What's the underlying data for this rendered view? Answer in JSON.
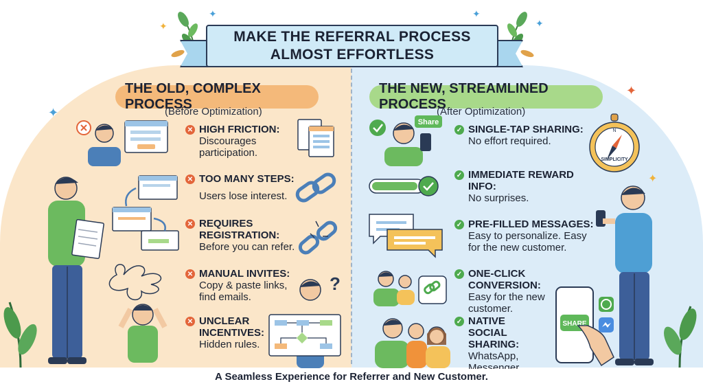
{
  "title": {
    "line1": "MAKE THE REFERRAL PROCESS",
    "line2": "ALMOST EFFORTLESS"
  },
  "old": {
    "heading": "THE OLD, COMPLEX PROCESS",
    "subheading": "(Before Optimization)",
    "items": [
      {
        "title": "HIGH FRICTION:",
        "desc": "Discourages participation."
      },
      {
        "title": "TOO MANY STEPS:",
        "desc": "Users lose interest."
      },
      {
        "title": "REQUIRES REGISTRATION:",
        "desc": "Before you can refer."
      },
      {
        "title": "MANUAL INVITES:",
        "desc": "Copy & paste links, find emails."
      },
      {
        "title": "UNCLEAR INCENTIVES:",
        "desc": "Hidden rules."
      }
    ]
  },
  "new": {
    "heading": "THE NEW, STREAMLINED PROCESS",
    "subheading": "(After Optimization)",
    "items": [
      {
        "title": "SINGLE-TAP SHARING:",
        "desc": "No effort required."
      },
      {
        "title": "IMMEDIATE REWARD INFO:",
        "desc": "No surprises."
      },
      {
        "title": "PRE-FILLED MESSAGES:",
        "desc": "Easy to personalize. Easy for the new customer."
      },
      {
        "title": "ONE-CLICK CONVERSION:",
        "desc": "Easy for the new customer."
      },
      {
        "title": "NATIVE SOCIAL SHARING:",
        "desc": "WhatsApp, Messenger, etc."
      }
    ]
  },
  "labels": {
    "share_bubble": "Share",
    "compass": "SIMPLICITY",
    "phone_button": "SHARE",
    "question": "?"
  },
  "footer": "A Seamless Experience for Referrer and New Customer.",
  "colors": {
    "old_bg": "#fbe6c9",
    "new_bg": "#dcecf8",
    "old_pill": "#f4b97a",
    "new_pill": "#a8d98a",
    "cross": "#e3653a",
    "check": "#4eaa4e",
    "banner": "#cfeaf7"
  },
  "icons": [
    "cross-icon",
    "check-icon",
    "broken-chain-icon",
    "chain-link-icon",
    "compass-icon",
    "whatsapp-icon",
    "messenger-icon",
    "sparkle-icon",
    "question-mark-icon"
  ]
}
